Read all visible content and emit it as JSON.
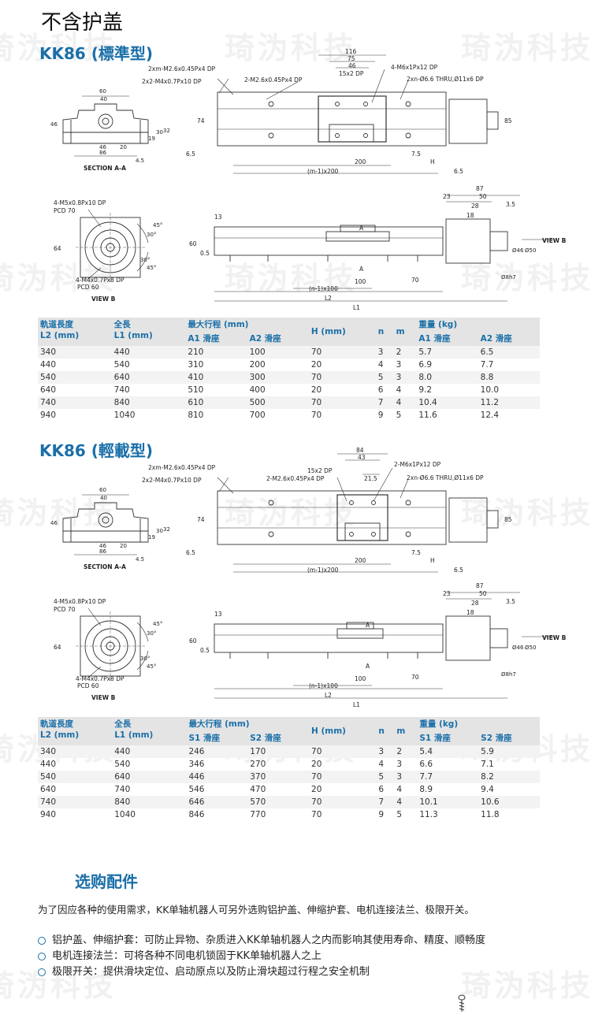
{
  "page": {
    "title": "不含护盖",
    "watermark": "琦沩科技"
  },
  "models": [
    {
      "title": "KK86 (標準型)",
      "top_callouts": [
        "2xm-M2.6x0.45Px4 DP",
        "2x2-M4x0.7Px10 DP",
        "2-M2.6x0.45Px4 DP",
        "4-M6x1Px12 DP",
        "2xn-Ø6.6 THRU,Ø11x6 DP"
      ],
      "top_dims": [
        "116",
        "75",
        "46",
        "15x2 DP"
      ],
      "section_label": "SECTION A-A",
      "section_dims": [
        "60",
        "40",
        "46",
        "46",
        "20",
        "86",
        "19",
        "30",
        "32",
        "4.5"
      ],
      "plan_dims": [
        "74",
        "85",
        "6.5",
        "200",
        "7.5",
        "H",
        "(m-1)x200",
        "6.5"
      ],
      "viewb_callouts": [
        "4-M5x0.8Px10 DP",
        "PCD 70",
        "4-M4x0.7Px8 DP",
        "PCD 60"
      ],
      "viewb_dims": [
        "64",
        "45°",
        "30°",
        "30°",
        "45°"
      ],
      "viewb_label": "VIEW B",
      "side_dims": [
        "87",
        "23",
        "50",
        "28",
        "18",
        "3.5",
        "13",
        "60",
        "0.5",
        "100",
        "70",
        "(n-1)x100",
        "L2",
        "L1",
        "Ø46",
        "Ø50",
        "Ø8h7",
        "A",
        "A"
      ],
      "side_label": "VIEW B",
      "table": {
        "headers": {
          "l2": [
            "軌道長度",
            "L2 (mm)"
          ],
          "l1": [
            "全長",
            "L1 (mm)"
          ],
          "stroke": "最大行程 (mm)",
          "stroke_a": "A1 滑座",
          "stroke_b": "A2 滑座",
          "h": "H (mm)",
          "n": "n",
          "m": "m",
          "weight": "重量 (kg)",
          "weight_a": "A1 滑座",
          "weight_b": "A2 滑座"
        },
        "rows": [
          [
            "340",
            "440",
            "210",
            "100",
            "70",
            "3",
            "2",
            "5.7",
            "6.5"
          ],
          [
            "440",
            "540",
            "310",
            "200",
            "20",
            "4",
            "3",
            "6.9",
            "7.7"
          ],
          [
            "540",
            "640",
            "410",
            "300",
            "70",
            "5",
            "3",
            "8.0",
            "8.8"
          ],
          [
            "640",
            "740",
            "510",
            "400",
            "20",
            "6",
            "4",
            "9.2",
            "10.0"
          ],
          [
            "740",
            "840",
            "610",
            "500",
            "70",
            "7",
            "4",
            "10.4",
            "11.2"
          ],
          [
            "940",
            "1040",
            "810",
            "700",
            "70",
            "9",
            "5",
            "11.6",
            "12.4"
          ]
        ]
      }
    },
    {
      "title": "KK86 (輕載型)",
      "top_callouts": [
        "2xm-M2.6x0.45Px4 DP",
        "2x2-M4x0.7Px10 DP",
        "15x2 DP",
        "2-M2.6x0.45Px4 DP",
        "2-M6x1Px12 DP",
        "2xn-Ø6.6 THRU,Ø11x6 DP"
      ],
      "top_dims": [
        "84",
        "43",
        "21.5"
      ],
      "section_label": "SECTION A-A",
      "section_dims": [
        "60",
        "40",
        "46",
        "46",
        "20",
        "86",
        "19",
        "30",
        "32",
        "4.5"
      ],
      "plan_dims": [
        "74",
        "85",
        "6.5",
        "200",
        "7.5",
        "H",
        "(m-1)x200",
        "6.5"
      ],
      "viewb_callouts": [
        "4-M5x0.8Px10 DP",
        "PCD 70",
        "4-M4x0.7Px8 DP",
        "PCD 60"
      ],
      "viewb_dims": [
        "64",
        "45°",
        "30°",
        "30°",
        "45°"
      ],
      "viewb_label": "VIEW B",
      "side_dims": [
        "87",
        "23",
        "50",
        "28",
        "18",
        "3.5",
        "13",
        "60",
        "0.5",
        "100",
        "70",
        "(n-1)x100",
        "L2",
        "L1",
        "Ø46",
        "Ø50",
        "Ø8h7",
        "A",
        "A"
      ],
      "side_label": "VIEW B",
      "table": {
        "headers": {
          "l2": [
            "軌道長度",
            "L2 (mm)"
          ],
          "l1": [
            "全長",
            "L1 (mm)"
          ],
          "stroke": "最大行程 (mm)",
          "stroke_a": "S1 滑座",
          "stroke_b": "S2 滑座",
          "h": "H (mm)",
          "n": "n",
          "m": "m",
          "weight": "重量 (kg)",
          "weight_a": "S1 滑座",
          "weight_b": "S2 滑座"
        },
        "rows": [
          [
            "340",
            "440",
            "246",
            "170",
            "70",
            "3",
            "2",
            "5.4",
            "5.9"
          ],
          [
            "440",
            "540",
            "346",
            "270",
            "20",
            "4",
            "3",
            "6.6",
            "7.1"
          ],
          [
            "540",
            "640",
            "446",
            "370",
            "70",
            "5",
            "3",
            "7.7",
            "8.2"
          ],
          [
            "640",
            "740",
            "546",
            "470",
            "20",
            "6",
            "4",
            "8.9",
            "9.4"
          ],
          [
            "740",
            "840",
            "646",
            "570",
            "70",
            "7",
            "4",
            "10.1",
            "10.6"
          ],
          [
            "940",
            "1040",
            "846",
            "770",
            "70",
            "9",
            "5",
            "11.3",
            "11.8"
          ]
        ]
      }
    }
  ],
  "accessories": {
    "title": "选购配件",
    "intro": "为了因应各种的使用需求，KK单轴机器人可另外选购铝护盖、伸缩护套、电机连接法兰、极限开关。",
    "items": [
      "铝护盖、伸缩护套：可防止异物、杂质进入KK单轴机器人之内而影响其使用寿命、精度、顺畅度",
      "电机连接法兰：可将各种不同电机锁固于KK单轴机器人之上",
      "极限开关：提供滑块定位、启动原点以及防止滑块超过行程之安全机制"
    ]
  },
  "colors": {
    "accent": "#1a6fa8",
    "table_header": "#e4e4e4",
    "row_alt": "#f3f3f3",
    "drawing_line": "#333333"
  }
}
